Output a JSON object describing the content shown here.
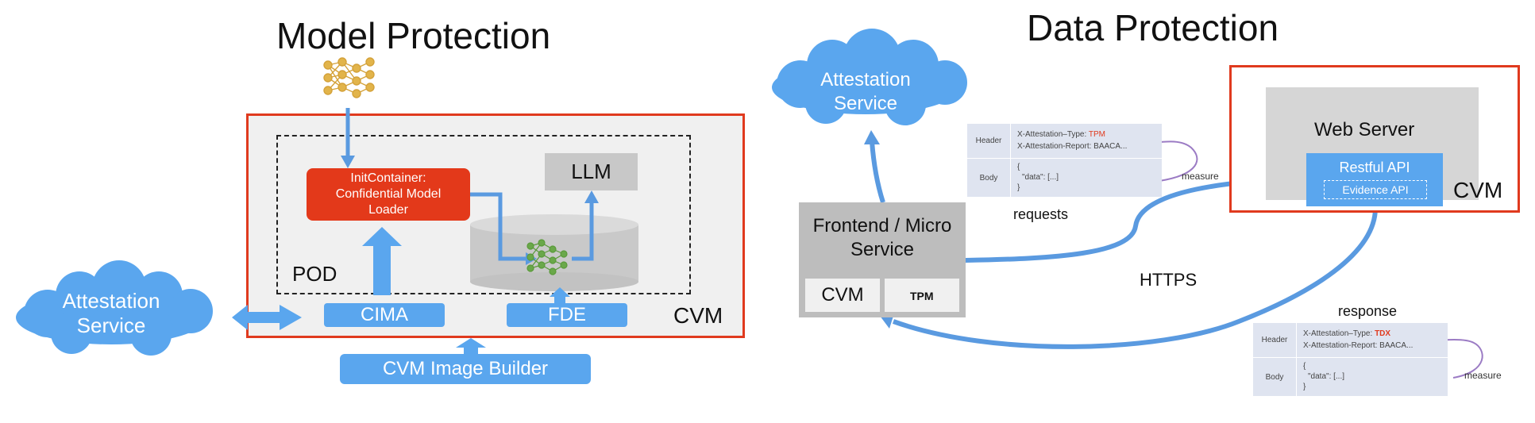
{
  "model_protection": {
    "title": "Model Protection",
    "init_container": "InitContainer: Confidential Model Loader",
    "llm": "LLM",
    "pod": "POD",
    "cvm": "CVM",
    "cima": "CIMA",
    "fde": "FDE",
    "attestation_service": "Attestation Service",
    "image_builder": "CVM Image Builder"
  },
  "data_protection": {
    "title": "Data Protection",
    "attestation_service": "Attestation Service",
    "frontend": "Frontend / Micro Service",
    "frontend_cvm": "CVM",
    "tpm": "TPM",
    "web_server": "Web Server",
    "restful_api": "Restful API",
    "evidence_api": "Evidence API",
    "server_cvm": "CVM",
    "requests_label": "requests",
    "https_label": "HTTPS",
    "response_label": "response",
    "request_table": {
      "header_label": "Header",
      "type_prefix": "X-Attestation–Type: ",
      "type_value": "TPM",
      "report": "X-Attestation-Report: BAACA...",
      "body_label": "Body",
      "body_open": "{",
      "body_data": "\"data\": [...]",
      "body_close": "}",
      "measure": "measure"
    },
    "response_table": {
      "header_label": "Header",
      "type_prefix": "X-Attestation–Type: ",
      "type_value": "TDX",
      "report": "X-Attestation-Report: BAACA...",
      "body_label": "Body",
      "body_open": "{",
      "body_data": "\"data\": [...]",
      "body_close": "}",
      "measure": "measure"
    }
  },
  "colors": {
    "accent_blue": "#5aa6ee",
    "frame_red": "#e03a1e",
    "init_red": "#e3391a",
    "gray_panel": "#f0f0f0",
    "llm_gray": "#c8c8c8",
    "model_gold": "#d4a23a",
    "model_green": "#5a9a3a",
    "measure_purple": "#9b7bc4"
  }
}
